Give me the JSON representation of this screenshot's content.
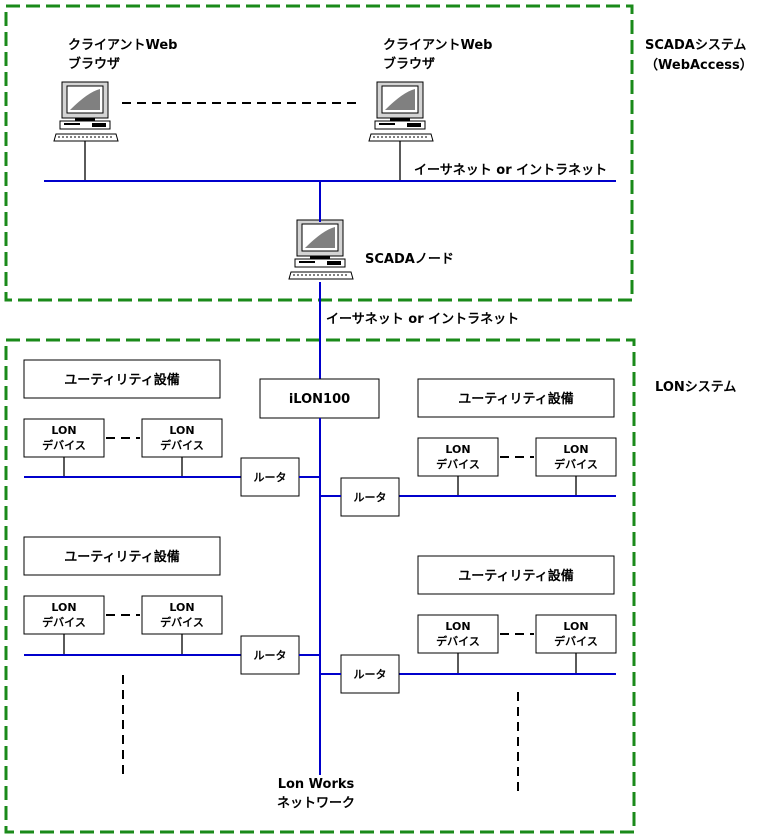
{
  "scada_zone": {
    "title_line1": "SCADAシステム",
    "title_line2": "（WebAccess）"
  },
  "lon_zone": {
    "title": "LONシステム"
  },
  "client_left": {
    "line1": "クライアントWeb",
    "line2": "ブラウザ"
  },
  "client_right": {
    "line1": "クライアントWeb",
    "line2": "ブラウザ"
  },
  "ethernet_top_label": "イーサネット or イントラネット",
  "scada_node_label": "SCADAノード",
  "ethernet_mid_label": "イーサネット or イントラネット",
  "ilon_label": "iLON100",
  "utility_label": "ユーティリティ設備",
  "device": {
    "line1": "LON",
    "line2": "デバイス"
  },
  "router_label": "ルータ",
  "lonworks": {
    "line1": "Lon Works",
    "line2": "ネットワーク"
  },
  "colors": {
    "network": "#0000cc",
    "zone_border": "#1a8a1a",
    "line": "#000000"
  }
}
